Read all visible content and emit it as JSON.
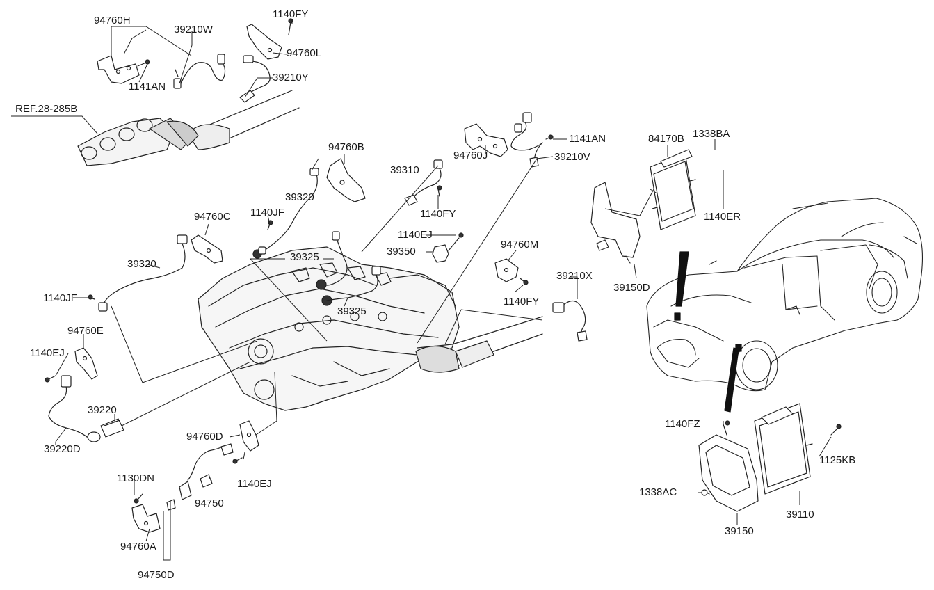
{
  "labels": {
    "l_94760H": "94760H",
    "l_39210W": "39210W",
    "l_1140FY_a": "1140FY",
    "l_94760L": "94760L",
    "l_1141AN_a": "1141AN",
    "l_39210Y": "39210Y",
    "l_REF": "REF.28-285B",
    "l_94760B": "94760B",
    "l_1141AN_b": "1141AN",
    "l_39210V": "39210V",
    "l_39310": "39310",
    "l_94760J": "94760J",
    "l_39320_a": "39320",
    "l_1140FY_b": "1140FY",
    "l_94760C": "94760C",
    "l_1140JF_a": "1140JF",
    "l_1140EJ_a": "1140EJ",
    "l_39350": "39350",
    "l_39325_a": "39325",
    "l_94760M": "94760M",
    "l_39320_b": "39320",
    "l_39210X": "39210X",
    "l_1140JF_b": "1140JF",
    "l_1140FY_c": "1140FY",
    "l_39325_b": "39325",
    "l_94760E": "94760E",
    "l_1140EJ_b": "1140EJ",
    "l_39220": "39220",
    "l_39220D": "39220D",
    "l_94760D": "94760D",
    "l_1140EJ_c": "1140EJ",
    "l_1130DN": "1130DN",
    "l_94750": "94750",
    "l_94760A": "94760A",
    "l_94750D": "94750D",
    "l_84170B": "84170B",
    "l_1338BA": "1338BA",
    "l_1140ER": "1140ER",
    "l_39150D": "39150D",
    "l_1140FZ": "1140FZ",
    "l_1125KB": "1125KB",
    "l_1338AC": "1338AC",
    "l_39110": "39110",
    "l_39150": "39150"
  }
}
